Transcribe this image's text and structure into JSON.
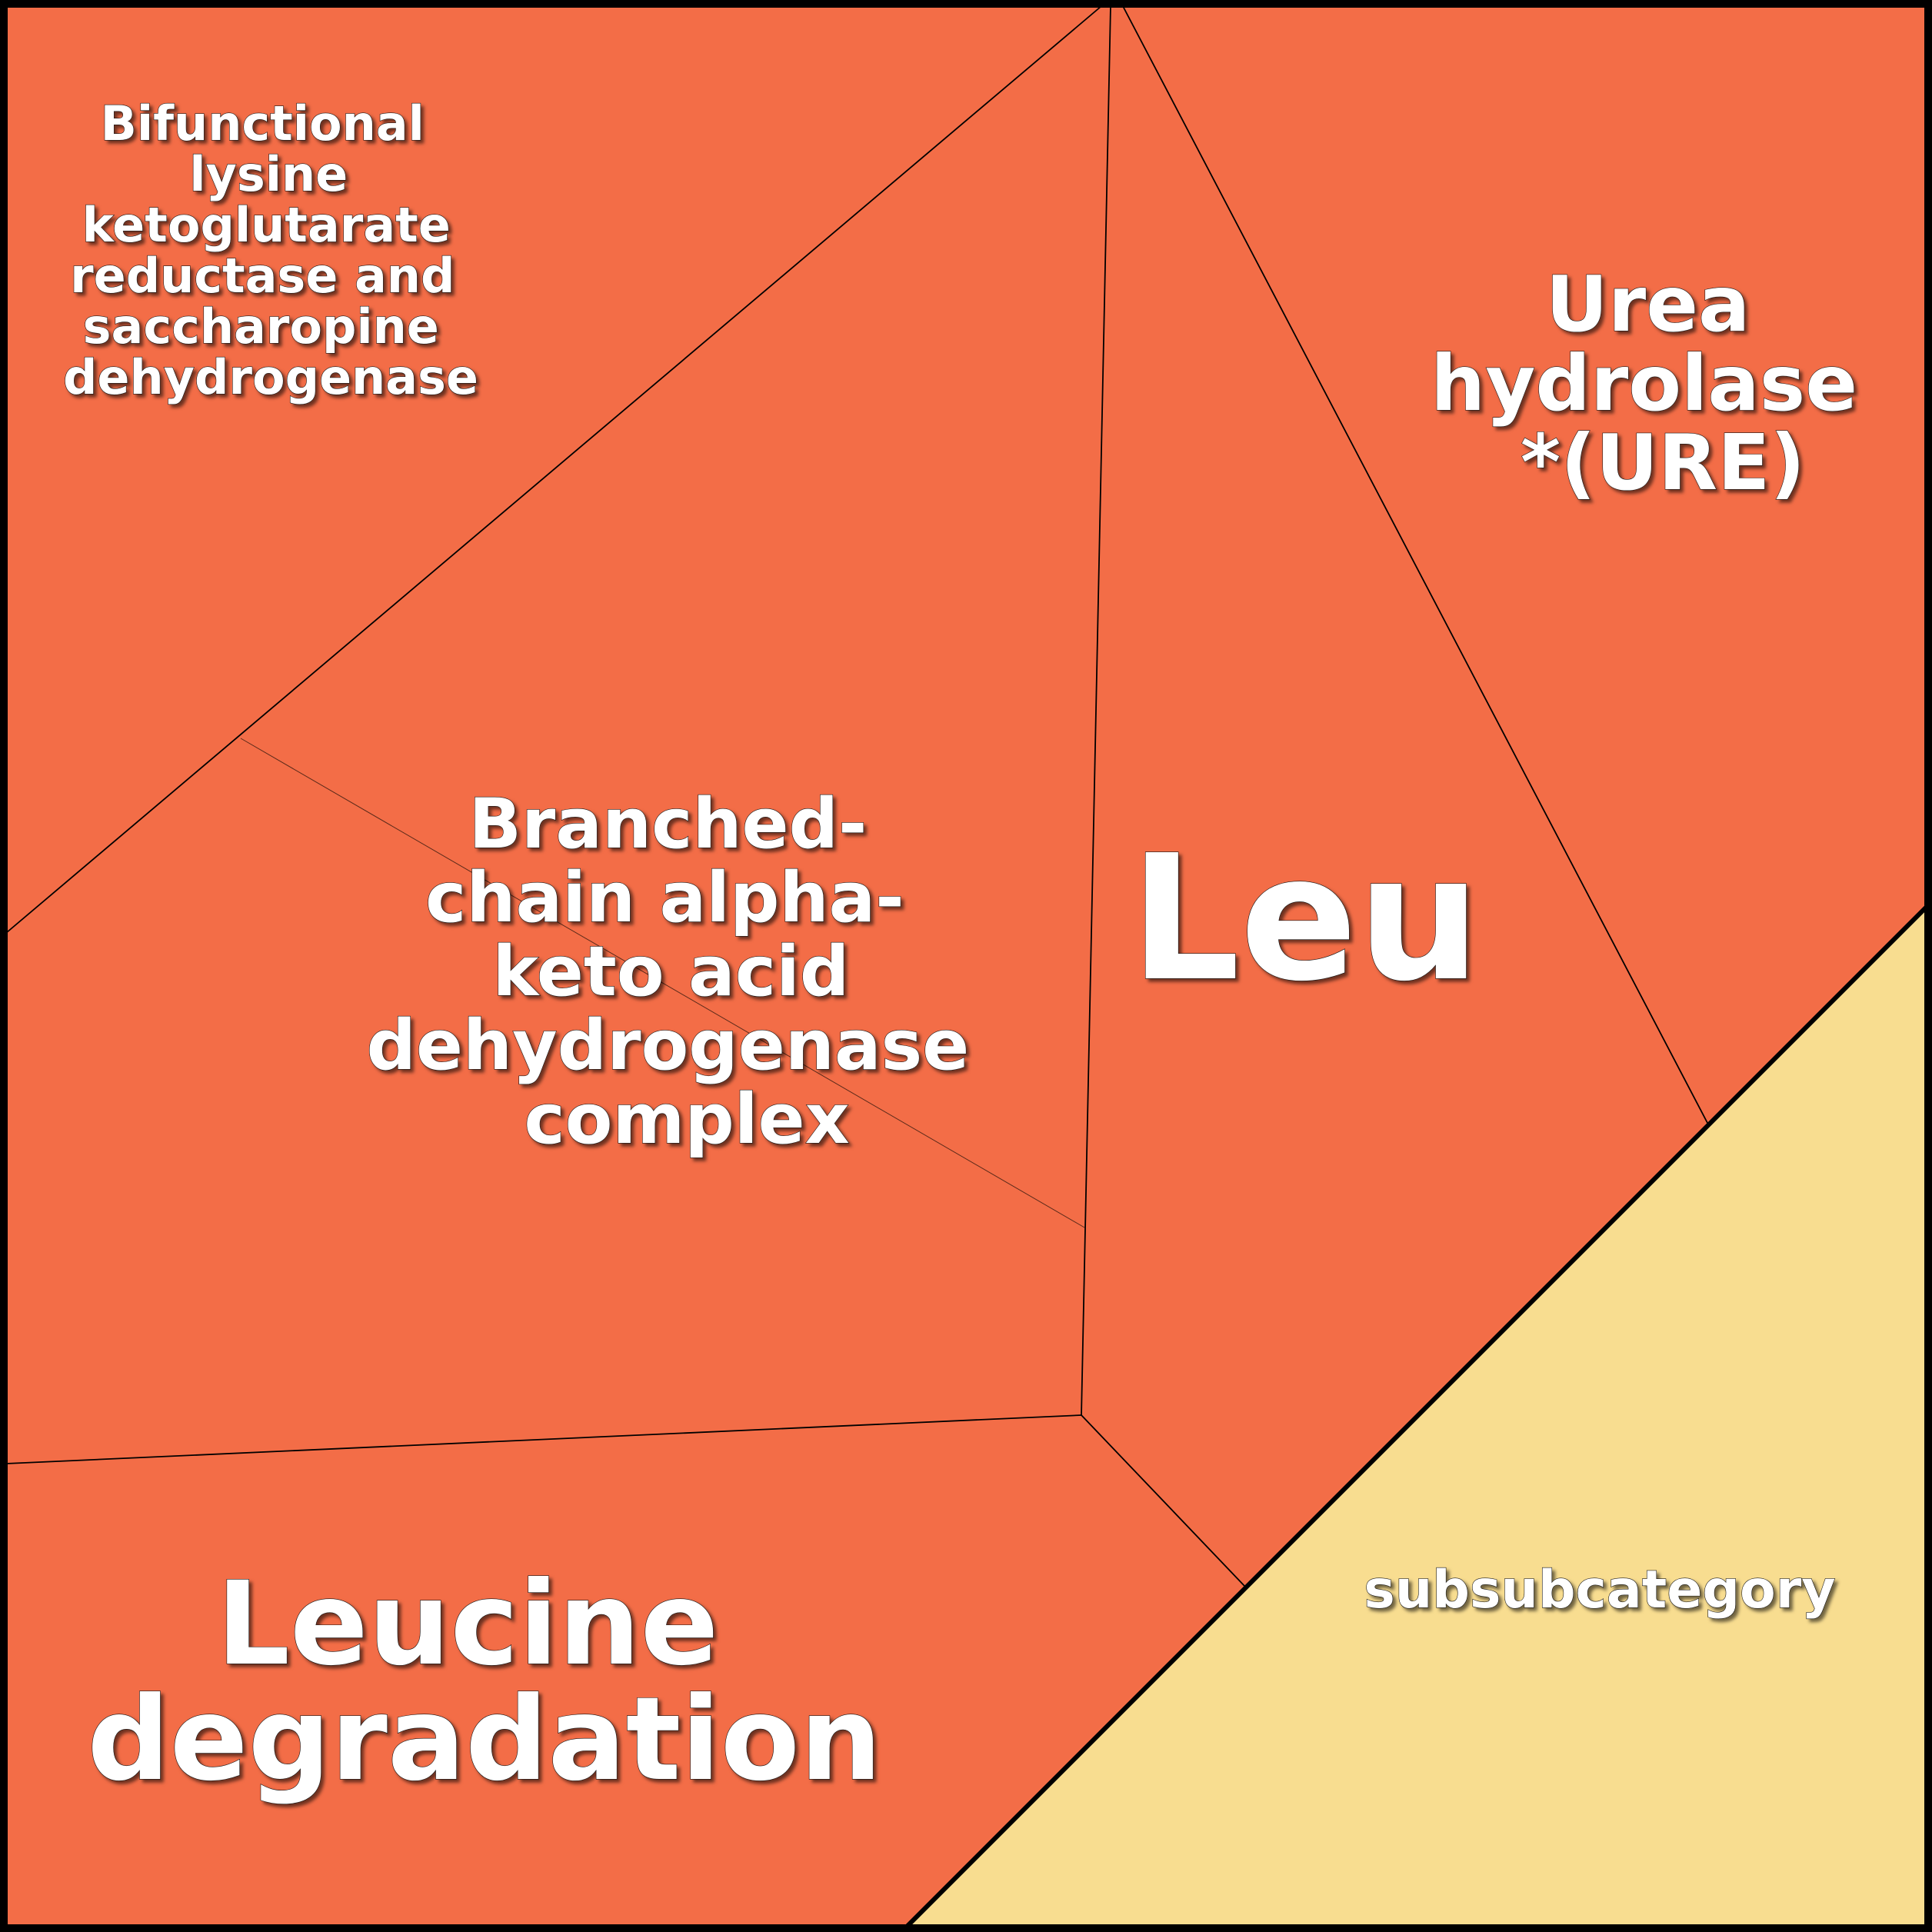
{
  "colors": {
    "leucine": "#F36D47",
    "subsub": "#F8DD90",
    "border": "#000000",
    "text": "#FFFFFF"
  },
  "cells": {
    "bifunctional": {
      "label": [
        "Bifunctional",
        "lysine",
        "ketoglutarate",
        "reductase and",
        "saccharopine",
        "dehydrogenase"
      ]
    },
    "branched": {
      "label": [
        "Branched-",
        "chain alpha-",
        "keto acid",
        "dehydrogenase",
        "complex"
      ]
    },
    "leu": {
      "label": [
        "Leu"
      ]
    },
    "urea": {
      "label": [
        "Urea",
        "hydrolase",
        "*(URE)"
      ]
    },
    "leucine_degradation": {
      "label": [
        "Leucine",
        "degradation"
      ]
    },
    "subsubcategory": {
      "label": [
        "subsubcategory"
      ]
    }
  }
}
